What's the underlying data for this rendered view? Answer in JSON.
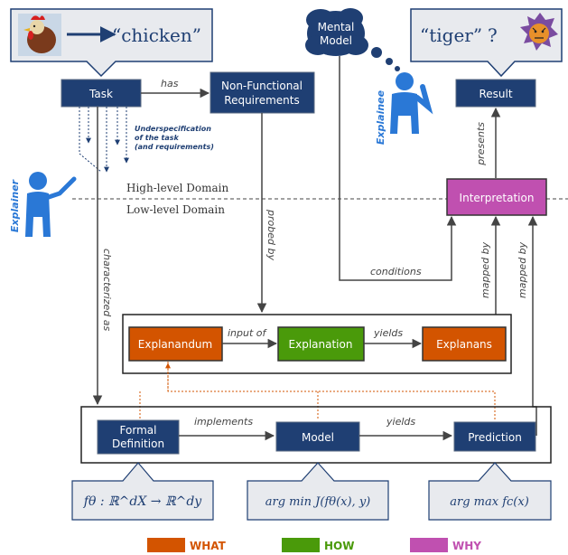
{
  "colors": {
    "navy": "#1f3f73",
    "what": "#d35400",
    "how": "#4a9a0a",
    "why": "#c050b0",
    "callout_bg": "#e8eaee",
    "person_blue": "#2a78d6"
  },
  "top": {
    "chicken_label": "“chicken”",
    "tiger_label": "“tiger”",
    "question_mark": "?",
    "mental_model_line1": "Mental",
    "mental_model_line2": "Model"
  },
  "nodes": {
    "task": "Task",
    "nfr_line1": "Non-Functional",
    "nfr_line2": "Requirements",
    "result": "Result",
    "interpretation": "Interpretation",
    "explanandum": "Explanandum",
    "explanation": "Explanation",
    "explanans": "Explanans",
    "formal_line1": "Formal",
    "formal_line2": "Definition",
    "model": "Model",
    "prediction": "Prediction"
  },
  "edges": {
    "has": "has",
    "underspec_line1": "Underspecification",
    "underspec_line2": "of the task",
    "underspec_line3": "(and requirements)",
    "characterized_as": "characterized as",
    "probed_by": "probed by",
    "presents": "presents",
    "conditions": "conditions",
    "mapped_by": "mapped by",
    "input_of": "input of",
    "yields": "yields",
    "implements": "implements"
  },
  "domains": {
    "high": "High-level Domain",
    "low": "Low-level Domain"
  },
  "roles": {
    "explainer": "Explainer",
    "explainee": "Explainee"
  },
  "formulas": {
    "formal": "fθ : ℝ^dX → ℝ^dy",
    "model": "arg min J(fθ(x), y)",
    "prediction": "arg max fc(x)"
  },
  "legend": {
    "what": "WHAT",
    "how": "HOW",
    "why": "WHY"
  }
}
